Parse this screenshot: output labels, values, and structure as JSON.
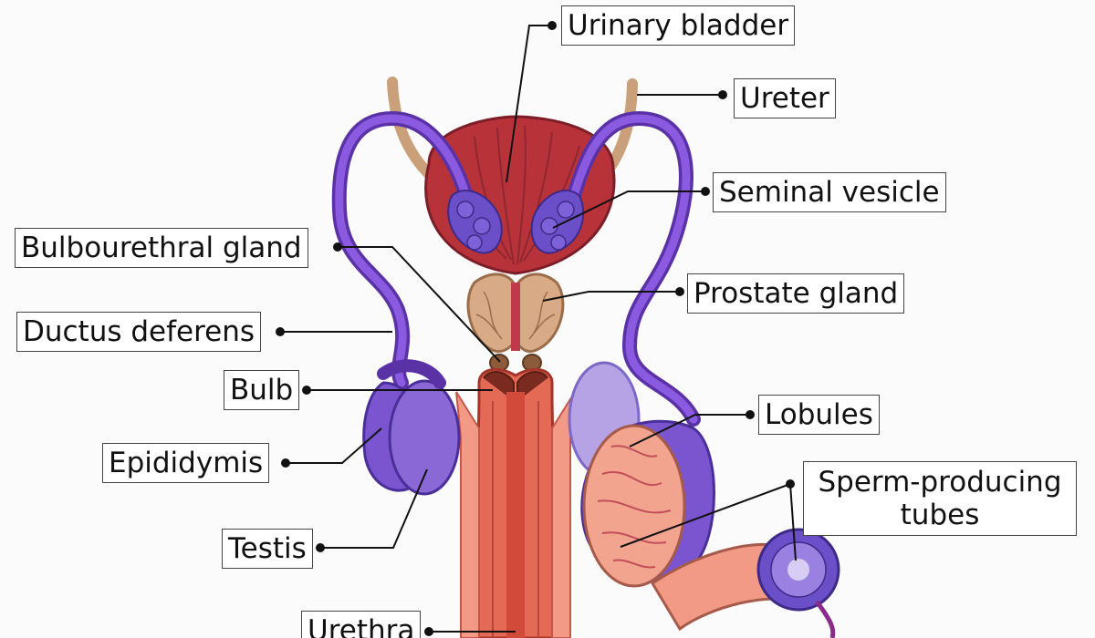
{
  "labels": {
    "urinary_bladder": "Urinary bladder",
    "ureter": "Ureter",
    "seminal_vesicle": "Seminal vesicle",
    "bulbourethral_gland": "Bulbourethral gland",
    "prostate_gland": "Prostate gland",
    "ductus_deferens": "Ductus deferens",
    "bulb": "Bulb",
    "lobules": "Lobules",
    "epididymis": "Epididymis",
    "sperm_producing_line1": "Sperm-producing",
    "sperm_producing_line2": "tubes",
    "testis": "Testis",
    "urethra": "Urethra"
  },
  "colors": {
    "bladder": "#b8323a",
    "ureter": "#caa07a",
    "vas": "#7b4fc7",
    "vesicle": "#6a4fc9",
    "prostate": "#d9aa86",
    "urethra": "#e56a55",
    "testis": "#8a68d6",
    "testis_section": "#f3a48f",
    "leader": "#111111"
  }
}
